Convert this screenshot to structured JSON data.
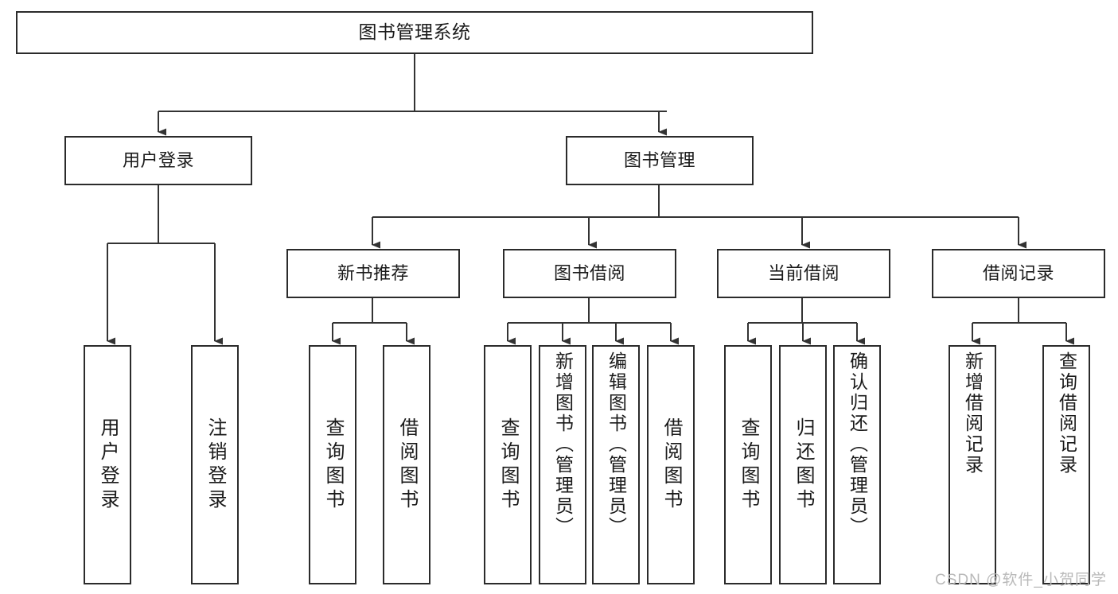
{
  "diagram": {
    "title": "图书管理系统",
    "watermark": "CSDN @软件_小贺同学",
    "colors": {
      "box_border": "#2b2b2b",
      "box_fill": "#ffffff",
      "edge": "#333333",
      "text": "#1a1a1a",
      "watermark": "#b9b9b9",
      "background": "#ffffff"
    },
    "root": {
      "label": "图书管理系统"
    },
    "level2": [
      {
        "label": "用户登录"
      },
      {
        "label": "图书管理"
      }
    ],
    "level3": [
      {
        "label": "新书推荐"
      },
      {
        "label": "图书借阅"
      },
      {
        "label": "当前借阅"
      },
      {
        "label": "借阅记录"
      }
    ],
    "leaves": {
      "user_login": [
        {
          "label": "用户登录"
        },
        {
          "label": "注销登录"
        }
      ],
      "new_book": [
        {
          "label": "查询图书"
        },
        {
          "label": "借阅图书"
        }
      ],
      "book_borrow": [
        {
          "label": "查询图书"
        },
        {
          "label": "新增图书（管理员）"
        },
        {
          "label": "编辑图书（管理员）"
        },
        {
          "label": "借阅图书"
        }
      ],
      "current_borrow": [
        {
          "label": "查询图书"
        },
        {
          "label": "归还图书"
        },
        {
          "label": "确认归还（管理员）"
        }
      ],
      "borrow_record": [
        {
          "label": "新增借阅记录"
        },
        {
          "label": "查询借阅记录"
        }
      ]
    }
  }
}
